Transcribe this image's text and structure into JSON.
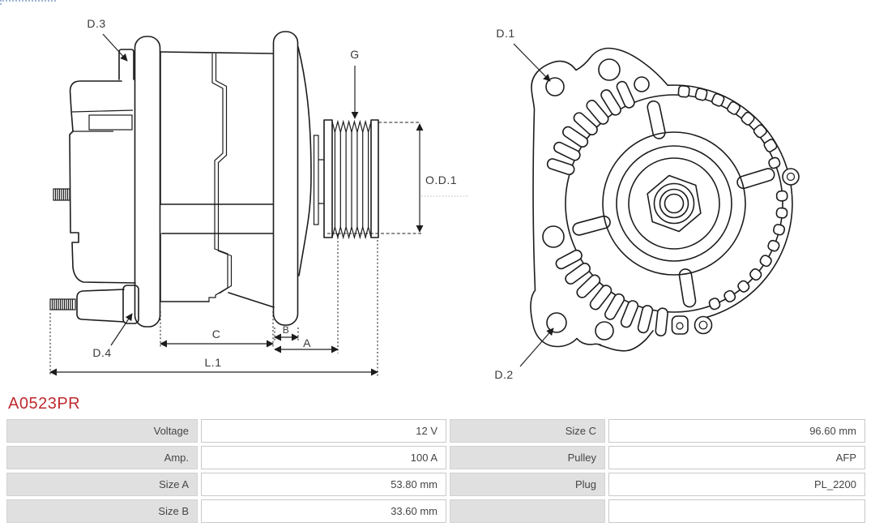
{
  "part_number": "A0523PR",
  "diagram": {
    "side_view": {
      "labels": {
        "d3": "D.3",
        "d4": "D.4",
        "g": "G",
        "od1": "O.D.1",
        "a": "A",
        "b": "B",
        "c": "C",
        "l1": "L.1"
      }
    },
    "front_view": {
      "labels": {
        "d1": "D.1",
        "d2": "D.2"
      }
    }
  },
  "specs": {
    "rows": [
      {
        "c0": "Voltage",
        "c1": "12 V",
        "c2": "Size C",
        "c3": "96.60 mm"
      },
      {
        "c0": "Amp.",
        "c1": "100 A",
        "c2": "Pulley",
        "c3": "AFP"
      },
      {
        "c0": "Size A",
        "c1": "53.80 mm",
        "c2": "Plug",
        "c3": "PL_2200"
      },
      {
        "c0": "Size B",
        "c1": "33.60 mm",
        "c2": "",
        "c3": ""
      }
    ]
  },
  "colors": {
    "accent_red": "#bf2a2f",
    "drawing_line": "#1c1c1c",
    "table_label_bg": "#e0e0e0",
    "table_border": "#c9c9c9",
    "artifact_blue": "#9fb6d4"
  }
}
